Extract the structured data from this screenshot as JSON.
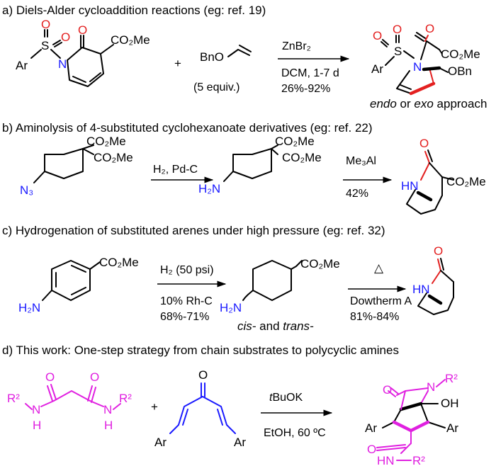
{
  "sections": {
    "a": {
      "heading": "a) Diels-Alder cycloaddition reactions (eg: ref. 19)",
      "reagent": "ZnBr₂",
      "conditions": [
        "DCM, 1-7 d",
        "26%-92%"
      ],
      "partner_label": "BnO",
      "partner_equiv": "(5 equiv.)",
      "plus": "+",
      "sm_labels": {
        "ar": "Ar",
        "s": "S",
        "n": "N",
        "o1": "O",
        "o2": "O",
        "o3": "O",
        "ester": "CO₂Me"
      },
      "product_labels": {
        "ar": "Ar",
        "s": "S",
        "n": "N",
        "o1": "O",
        "o2": "O",
        "ester": "CO₂Me",
        "obn": "OBn"
      },
      "note_endo": "endo",
      "note_or": " or ",
      "note_exo": "exo",
      "note_tail": " approach"
    },
    "b": {
      "heading": "b) Aminolysis of 4-substituted cyclohexanoate derivatives (eg: ref. 22)",
      "step1_reagent": "H₂, Pd-C",
      "step2_reagent": "Me₃Al",
      "step2_yield": "42%",
      "sm_labels": {
        "n3": "N₃",
        "ester1": "CO₂Me",
        "ester2": "CO₂Me"
      },
      "mid_labels": {
        "h2n": "H₂N",
        "ester1": "CO₂Me",
        "ester2": "CO₂Me"
      },
      "product_labels": {
        "o": "O",
        "hn": "HN",
        "ester": "CO₂Me"
      }
    },
    "c": {
      "heading": "c) Hydrogenation of substituted arenes under high pressure (eg: ref. 32)",
      "step1_reagent": "H₂ (50 psi)",
      "step1_conditions": [
        "10% Rh-C",
        "68%-71%"
      ],
      "step2_symbol": "△",
      "step2_conditions": [
        "Dowtherm A",
        "81%-84%"
      ],
      "sm_labels": {
        "h2n": "H₂N",
        "ester": "CO₂Me"
      },
      "mid_labels": {
        "h2n": "H₂N",
        "ester": "CO₂Me"
      },
      "mid_note_cis": "cis-",
      "mid_note_and": " and ",
      "mid_note_trans": "trans-",
      "product_labels": {
        "o": "O",
        "hn": "HN"
      }
    },
    "d": {
      "heading": "d) This work: One-step strategy from chain substrates to polycyclic amines",
      "reagent_prefix": "t",
      "reagent_rest": "BuOK",
      "conditions": "EtOH, 60 ºC",
      "plus": "+",
      "sm1_labels": {
        "r2a": "R²",
        "n_a": "N",
        "h_a": "H",
        "o_a": "O",
        "o_b": "O",
        "n_b": "N",
        "h_b": "H",
        "r2b": "R²"
      },
      "sm2_labels": {
        "o": "O",
        "ar1": "Ar",
        "ar2": "Ar"
      },
      "product_labels": {
        "n": "N",
        "r2": "R²",
        "o": "O",
        "oh": "OH",
        "ar1": "Ar",
        "ar2": "Ar",
        "o2": "O",
        "hn": "HN",
        "r2b": "R²"
      }
    }
  },
  "colors": {
    "red": "#e32020",
    "blue": "#1a1aff",
    "magenta": "#e020e0",
    "black": "#000000"
  }
}
